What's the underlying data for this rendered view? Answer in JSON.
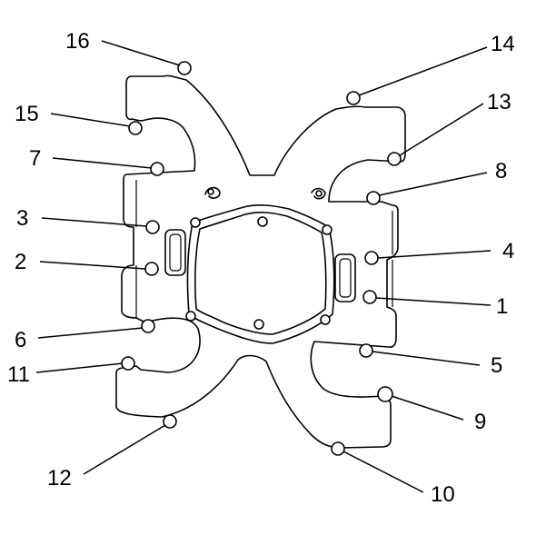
{
  "labels": {
    "b1": "1",
    "b2": "2",
    "b3": "3",
    "b4": "4",
    "b5": "5",
    "b6": "6",
    "b7": "7",
    "b8": "8",
    "b9": "9",
    "b10": "10",
    "b11": "11",
    "b12": "12",
    "b13": "13",
    "b14": "14",
    "b15": "15",
    "b16": "16"
  }
}
